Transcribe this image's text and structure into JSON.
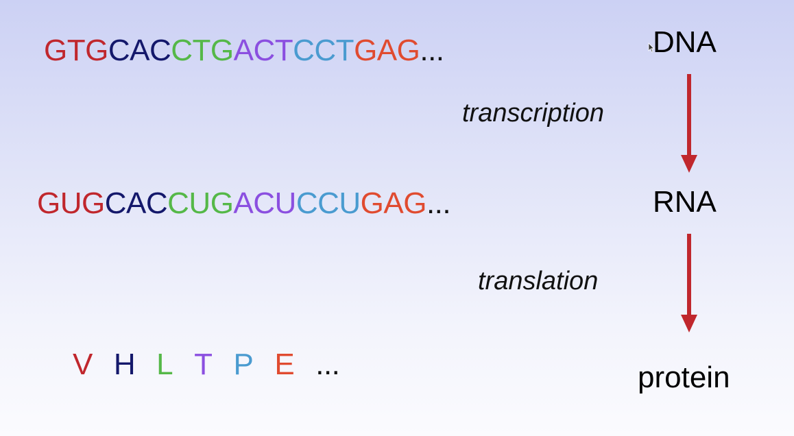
{
  "colors": {
    "red": "#c0272d",
    "navy": "#14186b",
    "green": "#55b848",
    "purple": "#8b4fe0",
    "blue": "#4a9bd0",
    "orange": "#e04b30",
    "arrow": "#c0272d"
  },
  "dna": {
    "label": "DNA",
    "groups": [
      {
        "text": "GTG",
        "color": "red"
      },
      {
        "text": "CAC",
        "color": "navy"
      },
      {
        "text": "CTG",
        "color": "green"
      },
      {
        "text": "ACT",
        "color": "purple"
      },
      {
        "text": "CCT",
        "color": "blue"
      },
      {
        "text": "GAG",
        "color": "orange"
      }
    ],
    "ellipsis": "..."
  },
  "transcription": "transcription",
  "rna": {
    "label": "RNA",
    "groups": [
      {
        "text": "GUG",
        "color": "red"
      },
      {
        "text": "CAC",
        "color": "navy"
      },
      {
        "text": "CUG",
        "color": "green"
      },
      {
        "text": "ACU",
        "color": "purple"
      },
      {
        "text": "CCU",
        "color": "blue"
      },
      {
        "text": "GAG",
        "color": "orange"
      }
    ],
    "ellipsis": "..."
  },
  "translation": "translation",
  "protein": {
    "label": "protein",
    "residues": [
      {
        "text": "V",
        "color": "red"
      },
      {
        "text": "H",
        "color": "navy"
      },
      {
        "text": "L",
        "color": "green"
      },
      {
        "text": "T",
        "color": "purple"
      },
      {
        "text": "P",
        "color": "blue"
      },
      {
        "text": "E",
        "color": "orange"
      }
    ],
    "ellipsis": "..."
  },
  "icons": {
    "cursor": "mouse-pointer-icon",
    "arrow": "arrow-down-icon"
  }
}
